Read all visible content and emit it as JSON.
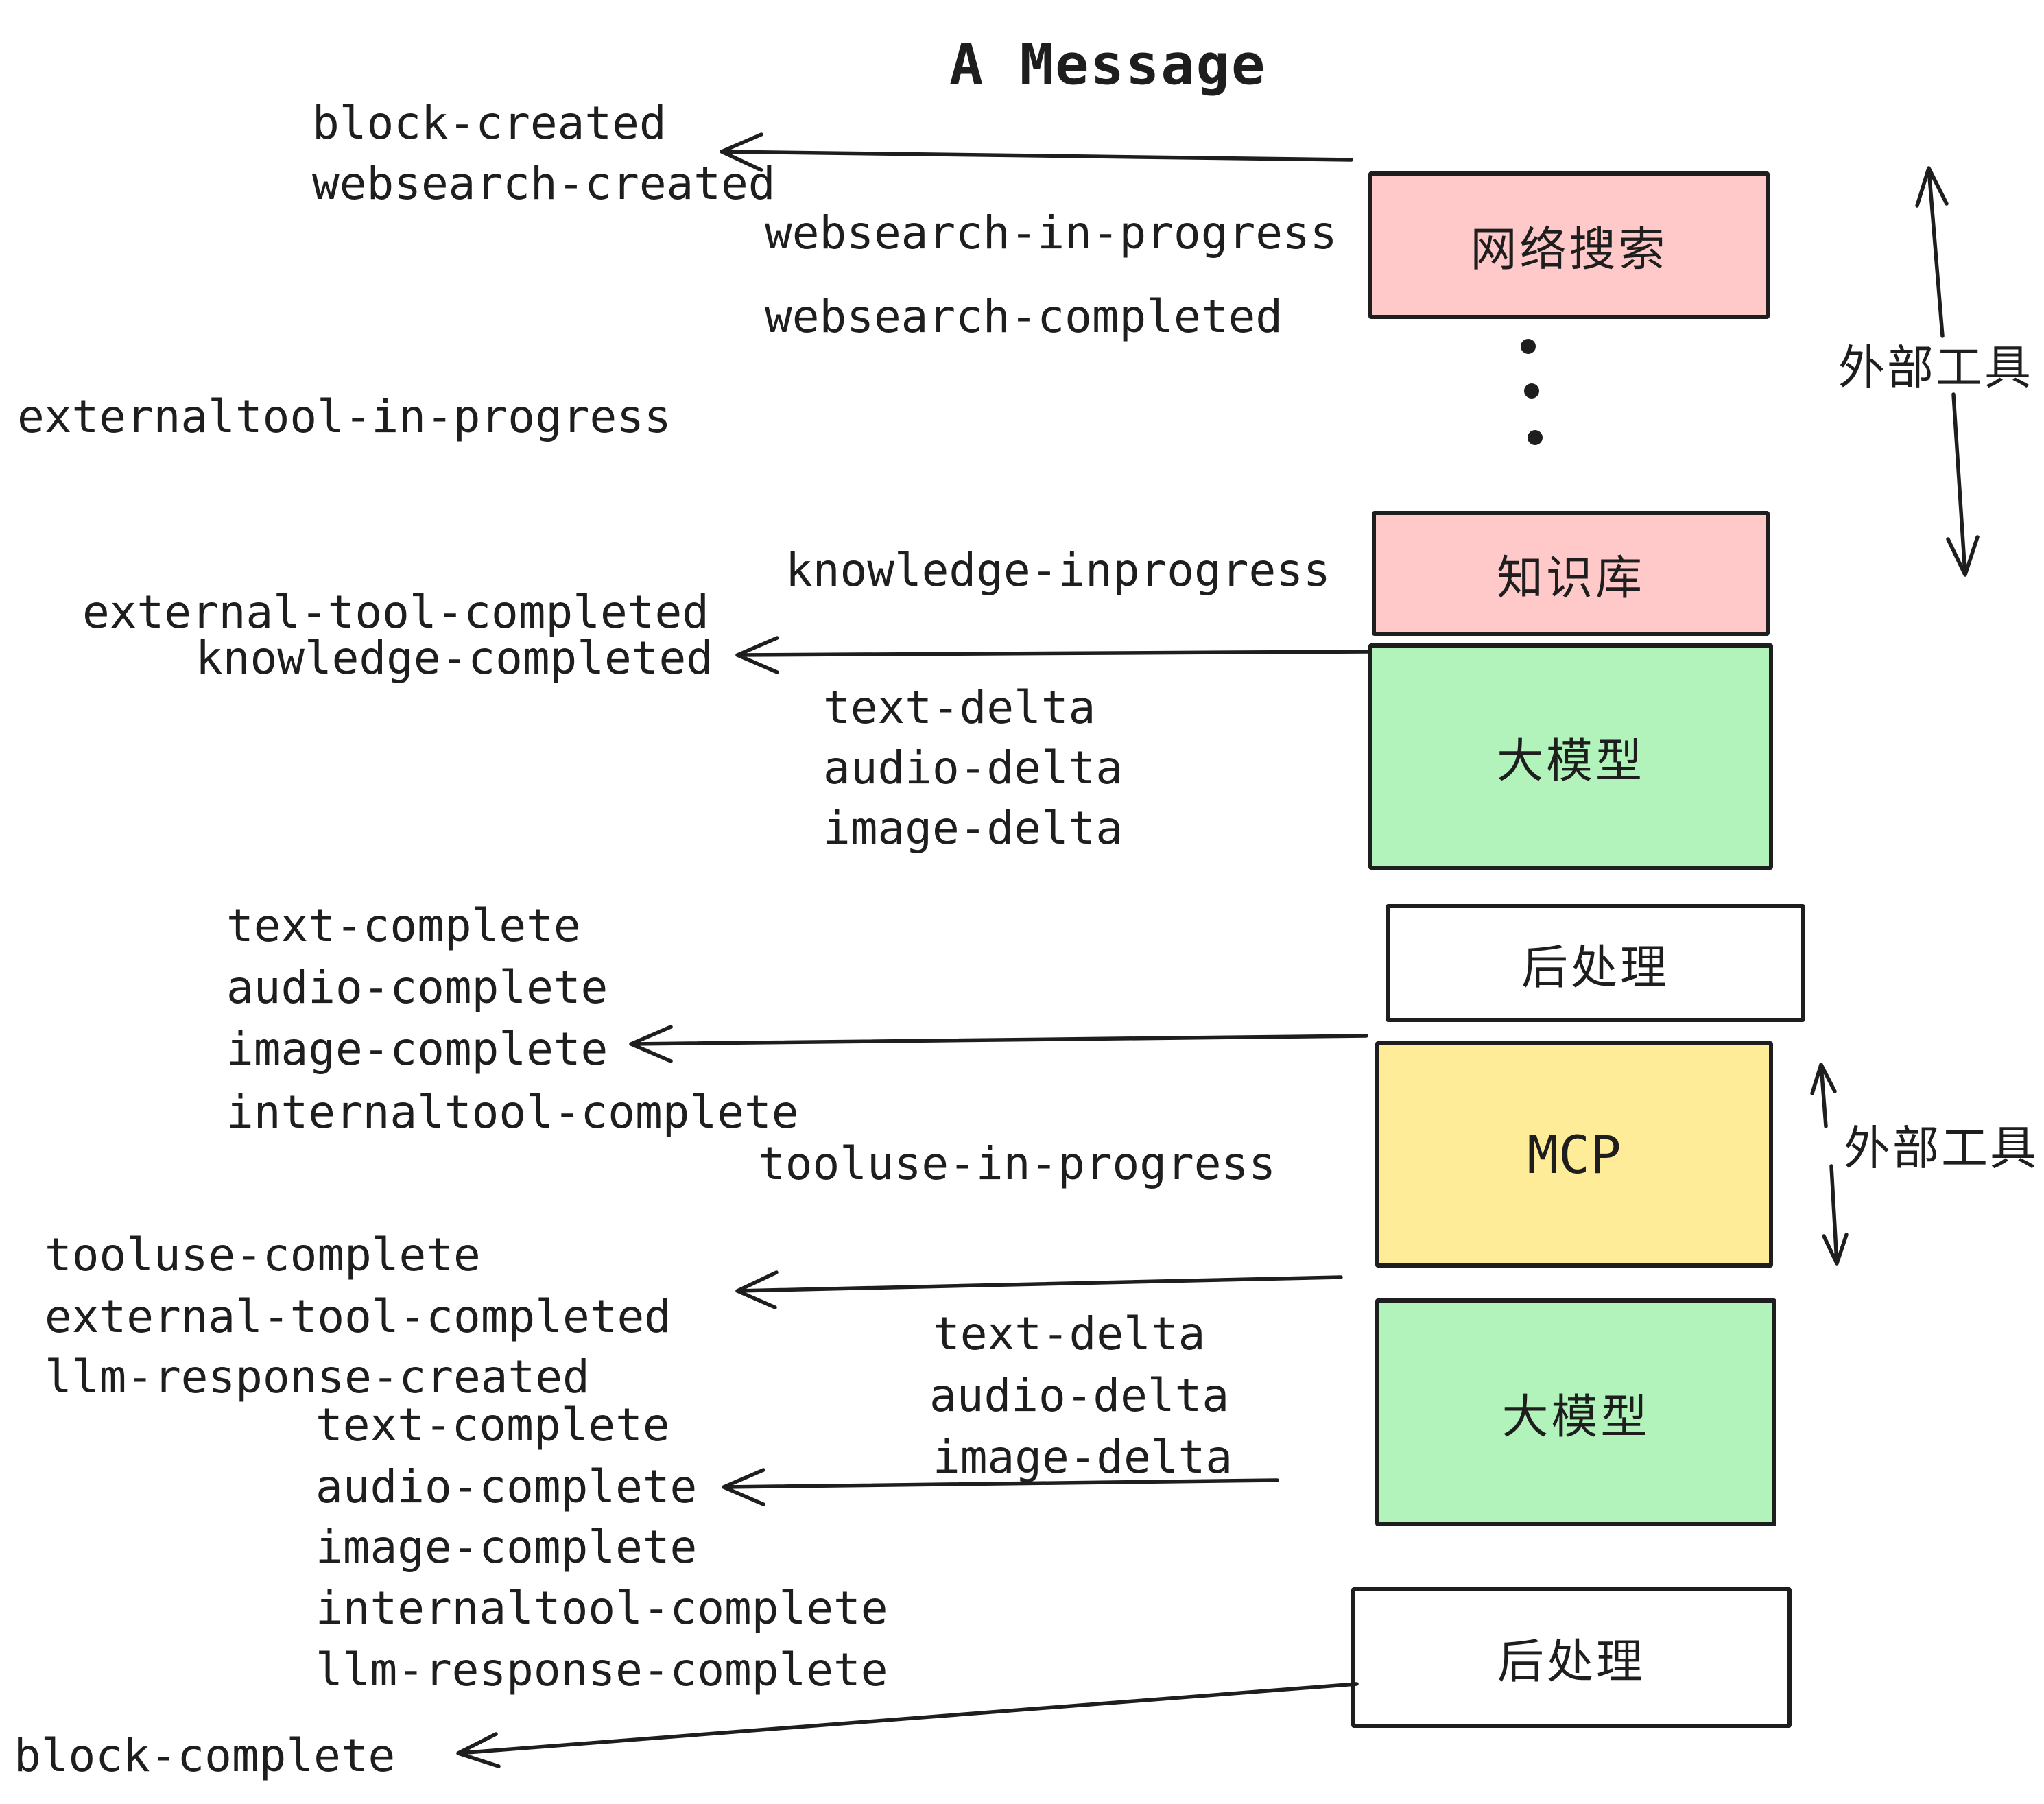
{
  "title": "A Message",
  "colors": {
    "pink": "#ffc9c9",
    "green": "#b2f2bb",
    "yellow": "#ffec99",
    "white": "#ffffff",
    "ink": "#1e1e1e"
  },
  "boxes": [
    {
      "label": "网络搜索",
      "color": "pink"
    },
    {
      "label": "知识库",
      "color": "pink"
    },
    {
      "label": "大模型",
      "color": "green"
    },
    {
      "label": "后处理",
      "color": "white"
    },
    {
      "label": "MCP",
      "color": "yellow"
    },
    {
      "label": "大模型",
      "color": "green"
    },
    {
      "label": "后处理",
      "color": "white"
    }
  ],
  "side_labels": {
    "top": "外部工具",
    "bottom": "外部工具"
  },
  "events": {
    "block_created": "block-created",
    "websearch_created": "websearch-created",
    "websearch_in_progress": "websearch-in-progress",
    "websearch_completed": "websearch-completed",
    "externaltool_in_progress": "externaltool-in-progress",
    "knowledge_inprogress": "knowledge-inprogress",
    "external_tool_completed_1": "external-tool-completed",
    "knowledge_completed": "knowledge-completed",
    "text_delta_1": "text-delta",
    "audio_delta_1": "audio-delta",
    "image_delta_1": "image-delta",
    "text_complete_1": "text-complete",
    "audio_complete_1": "audio-complete",
    "image_complete_1": "image-complete",
    "internaltool_complete_1": "internaltool-complete",
    "tooluse_in_progress": "tooluse-in-progress",
    "tooluse_complete": "tooluse-complete",
    "external_tool_completed_2": "external-tool-completed",
    "llm_response_created": "llm-response-created",
    "text_complete_2": "text-complete",
    "audio_complete_2": "audio-complete",
    "image_complete_2": "image-complete",
    "internaltool_complete_2": "internaltool-complete",
    "llm_response_complete": "llm-response-complete",
    "block_complete": "block-complete"
  }
}
